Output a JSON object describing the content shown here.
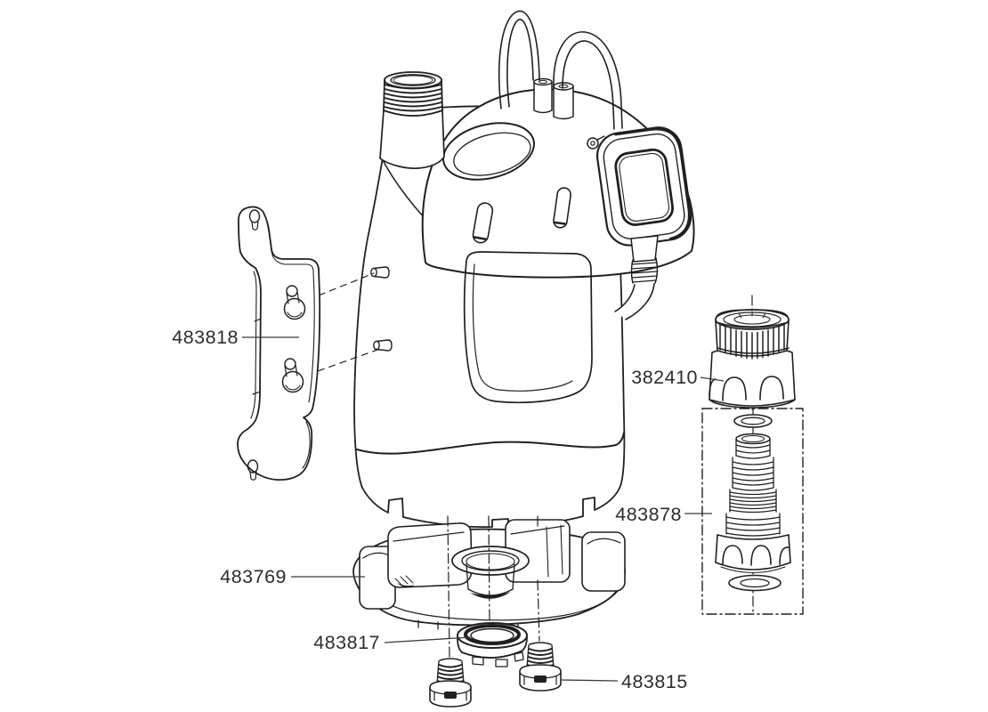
{
  "figure": {
    "type": "exploded-parts-diagram",
    "background_color": "#ffffff",
    "line_color": "#231f20",
    "label_color": "#2e2c2c"
  },
  "part_labels": {
    "bracket": "483818",
    "coupling_nut": "382410",
    "adapter_kit": "483878",
    "base_plate": "483769",
    "lock_ring": "483817",
    "screw": "483815"
  }
}
